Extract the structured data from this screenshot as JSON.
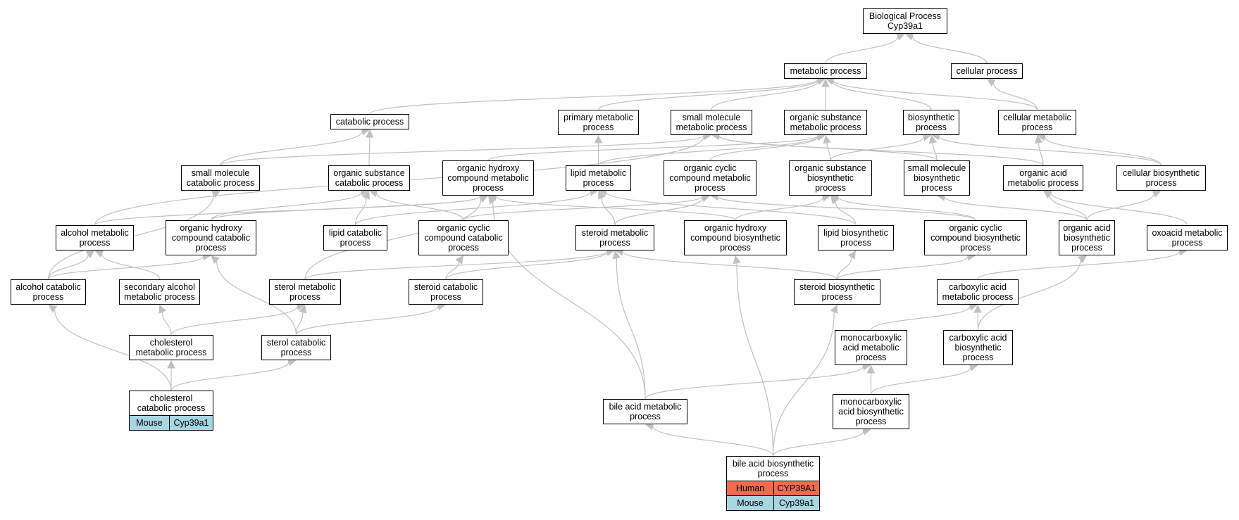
{
  "colors": {
    "edge": "#c0c0c0",
    "human": "#f26b4f",
    "mouse": "#a8d5e2"
  },
  "nodes": {
    "root": "Biological Process\nCyp39a1",
    "metabolic": "metabolic process",
    "cellular": "cellular process",
    "catabolic": "catabolic process",
    "primary_metabolic": "primary metabolic\nprocess",
    "small_molecule_metabolic": "small molecule\nmetabolic process",
    "organic_substance_metabolic": "organic substance\nmetabolic process",
    "biosynthetic": "biosynthetic\nprocess",
    "cellular_metabolic": "cellular metabolic\nprocess",
    "small_molecule_catabolic": "small molecule\ncatabolic process",
    "organic_substance_catabolic": "organic substance\ncatabolic process",
    "organic_hydroxy_metabolic": "organic hydroxy\ncompound metabolic\nprocess",
    "lipid_metabolic": "lipid metabolic\nprocess",
    "organic_cyclic_metabolic": "organic cyclic\ncompound metabolic\nprocess",
    "organic_substance_biosynthetic": "organic substance\nbiosynthetic\nprocess",
    "small_molecule_biosynthetic": "small molecule\nbiosynthetic\nprocess",
    "organic_acid_metabolic": "organic acid\nmetabolic process",
    "cellular_biosynthetic": "cellular biosynthetic\nprocess",
    "alcohol_metabolic": "alcohol metabolic\nprocess",
    "organic_hydroxy_catabolic": "organic hydroxy\ncompound catabolic\nprocess",
    "lipid_catabolic": "lipid catabolic\nprocess",
    "organic_cyclic_catabolic": "organic cyclic\ncompound catabolic\nprocess",
    "steroid_metabolic": "steroid metabolic\nprocess",
    "organic_hydroxy_biosynthetic": "organic hydroxy\ncompound biosynthetic\nprocess",
    "lipid_biosynthetic": "lipid biosynthetic\nprocess",
    "organic_cyclic_biosynthetic": "organic cyclic\ncompound biosynthetic\nprocess",
    "organic_acid_biosynthetic": "organic acid\nbiosynthetic\nprocess",
    "oxoacid_metabolic": "oxoacid metabolic\nprocess",
    "alcohol_catabolic": "alcohol catabolic\nprocess",
    "secondary_alcohol_metabolic": "secondary alcohol\nmetabolic process",
    "sterol_metabolic": "sterol metabolic\nprocess",
    "steroid_catabolic": "steroid catabolic\nprocess",
    "steroid_biosynthetic": "steroid biosynthetic\nprocess",
    "carboxylic_acid_metabolic": "carboxylic acid\nmetabolic process",
    "cholesterol_metabolic": "cholesterol\nmetabolic process",
    "sterol_catabolic": "sterol catabolic\nprocess",
    "monocarboxylic_metabolic": "monocarboxylic\nacid metabolic\nprocess",
    "carboxylic_acid_biosynthetic": "carboxylic acid\nbiosynthetic\nprocess",
    "cholesterol_catabolic": "cholesterol\ncatabolic process",
    "bile_acid_metabolic": "bile acid metabolic\nprocess",
    "monocarboxylic_biosynthetic": "monocarboxylic\nacid biosynthetic\nprocess",
    "bile_acid_biosynthetic": "bile acid biosynthetic\nprocess"
  },
  "annotations": {
    "cholesterol_catabolic": [
      {
        "species": "Mouse",
        "gene": "Cyp39a1",
        "color": "#a8d5e2"
      }
    ],
    "bile_acid_biosynthetic": [
      {
        "species": "Human",
        "gene": "CYP39A1",
        "color": "#f26b4f"
      },
      {
        "species": "Mouse",
        "gene": "Cyp39a1",
        "color": "#a8d5e2"
      }
    ]
  },
  "edges": [
    [
      "metabolic",
      "root"
    ],
    [
      "cellular",
      "root"
    ],
    [
      "catabolic",
      "metabolic"
    ],
    [
      "primary_metabolic",
      "metabolic"
    ],
    [
      "small_molecule_metabolic",
      "metabolic"
    ],
    [
      "organic_substance_metabolic",
      "metabolic"
    ],
    [
      "biosynthetic",
      "metabolic"
    ],
    [
      "cellular_metabolic",
      "metabolic"
    ],
    [
      "cellular_metabolic",
      "cellular"
    ],
    [
      "small_molecule_catabolic",
      "catabolic"
    ],
    [
      "organic_substance_catabolic",
      "catabolic"
    ],
    [
      "small_molecule_catabolic",
      "small_molecule_metabolic"
    ],
    [
      "lipid_metabolic",
      "primary_metabolic"
    ],
    [
      "organic_hydroxy_metabolic",
      "organic_substance_metabolic"
    ],
    [
      "lipid_metabolic",
      "organic_substance_metabolic"
    ],
    [
      "organic_cyclic_metabolic",
      "organic_substance_metabolic"
    ],
    [
      "organic_substance_biosynthetic",
      "organic_substance_metabolic"
    ],
    [
      "organic_substance_biosynthetic",
      "biosynthetic"
    ],
    [
      "small_molecule_biosynthetic",
      "biosynthetic"
    ],
    [
      "small_molecule_biosynthetic",
      "small_molecule_metabolic"
    ],
    [
      "organic_acid_metabolic",
      "small_molecule_metabolic"
    ],
    [
      "organic_acid_metabolic",
      "cellular_metabolic"
    ],
    [
      "cellular_biosynthetic",
      "cellular_metabolic"
    ],
    [
      "cellular_biosynthetic",
      "biosynthetic"
    ],
    [
      "alcohol_metabolic",
      "organic_hydroxy_metabolic"
    ],
    [
      "alcohol_metabolic",
      "small_molecule_metabolic"
    ],
    [
      "organic_hydroxy_catabolic",
      "organic_substance_catabolic"
    ],
    [
      "organic_hydroxy_catabolic",
      "organic_hydroxy_metabolic"
    ],
    [
      "lipid_catabolic",
      "organic_substance_catabolic"
    ],
    [
      "lipid_catabolic",
      "lipid_metabolic"
    ],
    [
      "organic_cyclic_catabolic",
      "organic_substance_catabolic"
    ],
    [
      "organic_cyclic_catabolic",
      "organic_cyclic_metabolic"
    ],
    [
      "steroid_metabolic",
      "lipid_metabolic"
    ],
    [
      "steroid_metabolic",
      "organic_cyclic_metabolic"
    ],
    [
      "organic_hydroxy_biosynthetic",
      "organic_hydroxy_metabolic"
    ],
    [
      "organic_hydroxy_biosynthetic",
      "organic_substance_biosynthetic"
    ],
    [
      "lipid_biosynthetic",
      "lipid_metabolic"
    ],
    [
      "lipid_biosynthetic",
      "organic_substance_biosynthetic"
    ],
    [
      "organic_cyclic_biosynthetic",
      "organic_cyclic_metabolic"
    ],
    [
      "organic_cyclic_biosynthetic",
      "organic_substance_biosynthetic"
    ],
    [
      "organic_acid_biosynthetic",
      "organic_acid_metabolic"
    ],
    [
      "organic_acid_biosynthetic",
      "small_molecule_biosynthetic"
    ],
    [
      "organic_acid_biosynthetic",
      "cellular_biosynthetic"
    ],
    [
      "oxoacid_metabolic",
      "organic_acid_metabolic"
    ],
    [
      "alcohol_catabolic",
      "alcohol_metabolic"
    ],
    [
      "alcohol_catabolic",
      "organic_hydroxy_catabolic"
    ],
    [
      "alcohol_catabolic",
      "small_molecule_catabolic"
    ],
    [
      "secondary_alcohol_metabolic",
      "alcohol_metabolic"
    ],
    [
      "sterol_metabolic",
      "steroid_metabolic"
    ],
    [
      "sterol_metabolic",
      "organic_hydroxy_metabolic"
    ],
    [
      "steroid_catabolic",
      "steroid_metabolic"
    ],
    [
      "steroid_catabolic",
      "organic_cyclic_catabolic"
    ],
    [
      "steroid_biosynthetic",
      "steroid_metabolic"
    ],
    [
      "steroid_biosynthetic",
      "lipid_biosynthetic"
    ],
    [
      "steroid_biosynthetic",
      "organic_cyclic_biosynthetic"
    ],
    [
      "carboxylic_acid_metabolic",
      "oxoacid_metabolic"
    ],
    [
      "cholesterol_metabolic",
      "secondary_alcohol_metabolic"
    ],
    [
      "cholesterol_metabolic",
      "sterol_metabolic"
    ],
    [
      "sterol_catabolic",
      "sterol_metabolic"
    ],
    [
      "sterol_catabolic",
      "steroid_catabolic"
    ],
    [
      "sterol_catabolic",
      "organic_hydroxy_catabolic"
    ],
    [
      "monocarboxylic_metabolic",
      "carboxylic_acid_metabolic"
    ],
    [
      "carboxylic_acid_biosynthetic",
      "carboxylic_acid_metabolic"
    ],
    [
      "carboxylic_acid_biosynthetic",
      "organic_acid_biosynthetic"
    ],
    [
      "cholesterol_catabolic",
      "cholesterol_metabolic"
    ],
    [
      "cholesterol_catabolic",
      "sterol_catabolic"
    ],
    [
      "cholesterol_catabolic",
      "alcohol_catabolic"
    ],
    [
      "bile_acid_metabolic",
      "steroid_metabolic"
    ],
    [
      "bile_acid_metabolic",
      "monocarboxylic_metabolic"
    ],
    [
      "bile_acid_metabolic",
      "organic_hydroxy_metabolic"
    ],
    [
      "monocarboxylic_biosynthetic",
      "monocarboxylic_metabolic"
    ],
    [
      "monocarboxylic_biosynthetic",
      "carboxylic_acid_biosynthetic"
    ],
    [
      "bile_acid_biosynthetic",
      "bile_acid_metabolic"
    ],
    [
      "bile_acid_biosynthetic",
      "monocarboxylic_biosynthetic"
    ],
    [
      "bile_acid_biosynthetic",
      "steroid_biosynthetic"
    ],
    [
      "bile_acid_biosynthetic",
      "organic_hydroxy_biosynthetic"
    ]
  ]
}
